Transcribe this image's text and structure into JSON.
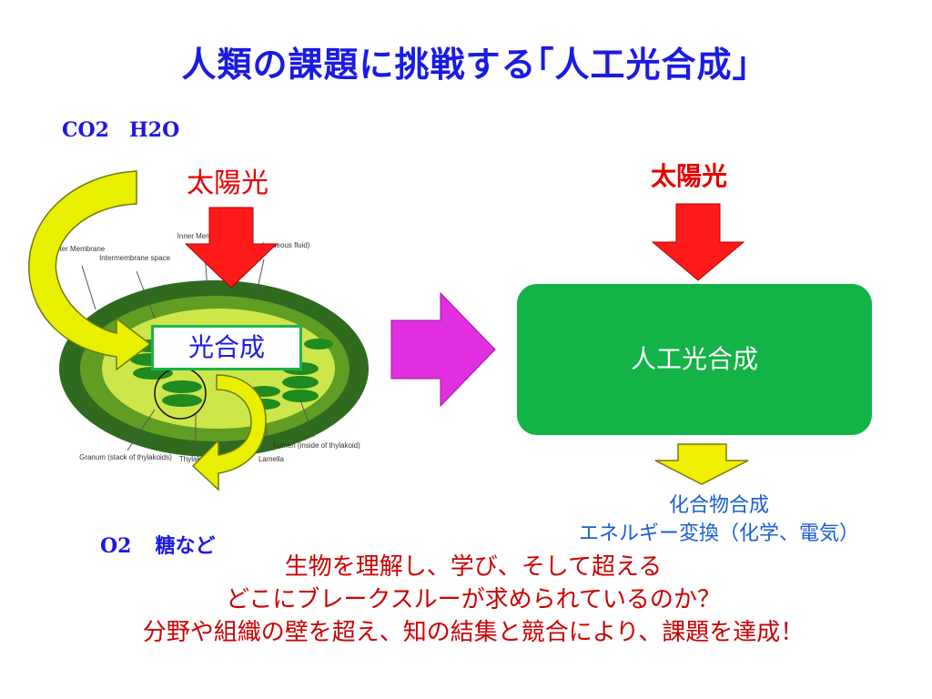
{
  "title": "人類の課題に挑戦する｢人工光合成｣",
  "inputs": "CO2　H2O",
  "left": {
    "sunlight": "太陽光",
    "process_label": "光合成",
    "chloroplast_labels": {
      "outer_membrane": "Outer Membrane",
      "intermembrane_space": "Intermembrane space",
      "inner_membrane": "Inner Membrane",
      "stroma": "Stroma (aqueous fluid)",
      "granum": "Granum (stack of thylakoids)",
      "thylakoid": "Thylakoid",
      "lamella": "Lamella",
      "lumen": "Lumen (inside of thylakoid)"
    }
  },
  "outputs": {
    "o2": "O2",
    "sugar": "糖など"
  },
  "right": {
    "sunlight": "太陽光",
    "box_label": "人工光合成",
    "results": [
      "化合物合成",
      "エネルギー変換（化学、電気）"
    ]
  },
  "message": [
    "生物を理解し、学び、そして超える",
    "どこにブレークスルーが求められているのか？",
    "分野や組織の壁を超え、知の結集と競合により、課題を達成！"
  ],
  "colors": {
    "title": "#1a1ae6",
    "sunlight": "#e60000",
    "sun_arrow": "#ff1a1a",
    "process_arrow": "#e02ee0",
    "input_arrow": "#e8f000",
    "box_green": "#13b347",
    "message": "#cc0000"
  }
}
